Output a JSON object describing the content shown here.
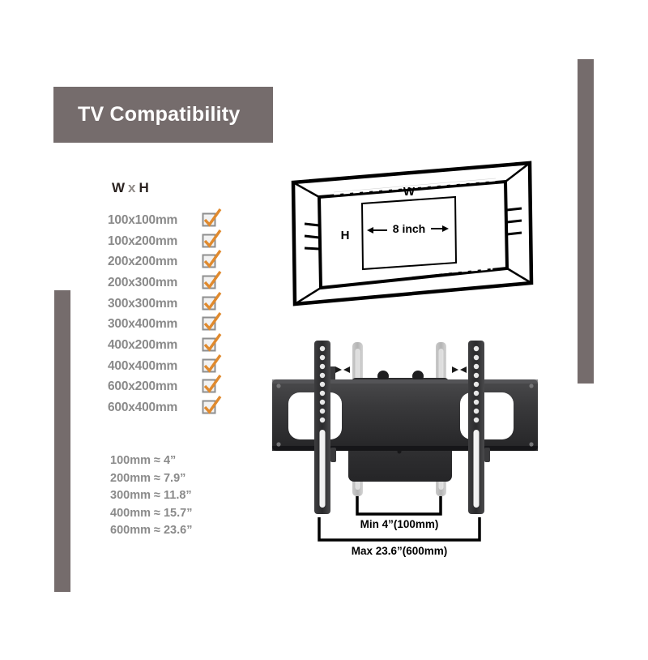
{
  "page": {
    "background_color": "#ffffff",
    "accent_grey": "#756c6c",
    "check_orange": "#e08a2e",
    "text_grey": "#8a8a8a"
  },
  "title": {
    "text": "TV Compatibility",
    "banner_color": "#756c6c",
    "text_color": "#ffffff"
  },
  "decor": {
    "right_bar_name": "right-accent-bar",
    "left_bar_name": "left-accent-bar"
  },
  "vesa": {
    "header": {
      "w": "W",
      "separator": "x",
      "h": "H"
    },
    "items": [
      {
        "size": "100x100mm",
        "checked": true
      },
      {
        "size": "100x200mm",
        "checked": true
      },
      {
        "size": "200x200mm",
        "checked": true
      },
      {
        "size": "200x300mm",
        "checked": true
      },
      {
        "size": "300x300mm",
        "checked": true
      },
      {
        "size": "300x400mm",
        "checked": true
      },
      {
        "size": "400x200mm",
        "checked": true
      },
      {
        "size": "400x400mm",
        "checked": true
      },
      {
        "size": "600x200mm",
        "checked": true
      },
      {
        "size": "600x400mm",
        "checked": true
      }
    ]
  },
  "conversions": [
    "100mm ≈ 4”",
    "200mm ≈ 7.9”",
    "300mm ≈ 11.8”",
    "400mm ≈ 15.7”",
    "600mm ≈ 23.6”"
  ],
  "tv_diagram": {
    "width_label": "W",
    "height_label": "H",
    "screen_depth_label": "8 inch"
  },
  "mount_diagram": {
    "min_dimension": "Min 4”(100mm)",
    "max_dimension": "Max 23.6”(600mm)"
  }
}
